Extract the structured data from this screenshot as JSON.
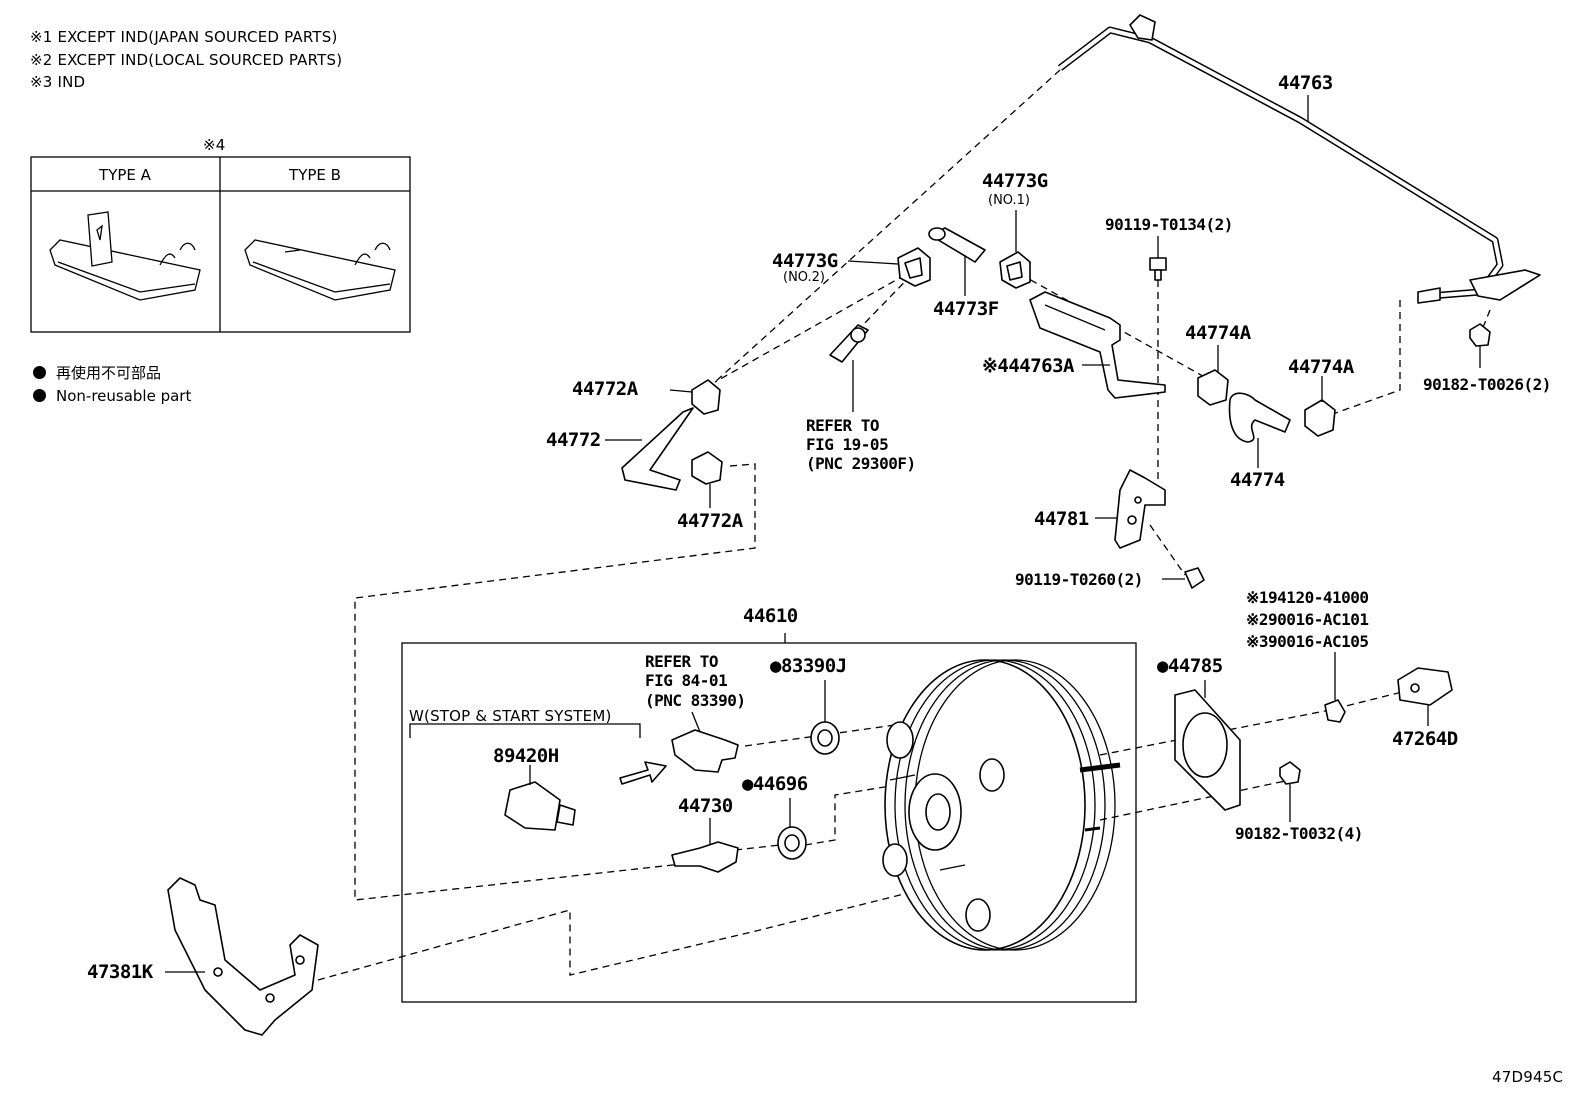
{
  "notes": [
    "※1 EXCEPT IND(JAPAN SOURCED PARTS)",
    "※2 EXCEPT IND(LOCAL SOURCED PARTS)",
    "※3 IND"
  ],
  "type_table": {
    "mark": "※4",
    "type_a": "TYPE A",
    "type_b": "TYPE B"
  },
  "legend": {
    "jp": "再使用不可部品",
    "en": "Non-reusable part"
  },
  "labels": {
    "p44763": "44763",
    "p44773g_no1": "44773G",
    "p44773g_no1_sub": "(NO.1)",
    "p44773g_no2": "44773G",
    "p44773g_no2_sub": "(NO.2)",
    "p44773f": "44773F",
    "p90119_t0134": "90119-T0134(2)",
    "p44763a": "※444763A",
    "p44774a_1": "44774A",
    "p44774a_2": "44774A",
    "p90182_t0026": "90182-T0026(2)",
    "p44774": "44774",
    "p44772a_1": "44772A",
    "p44772": "44772",
    "p44772a_2": "44772A",
    "p44781": "44781",
    "p90119_t0260": "90119-T0260(2)",
    "refer1_l1": "REFER TO",
    "refer1_l2": "FIG 19-05",
    "refer1_l3": "(PNC 29300F)",
    "p44610": "44610",
    "refer2_l1": "REFER TO",
    "refer2_l2": "FIG 84-01",
    "refer2_l3": "(PNC 83390)",
    "p83390j": "●83390J",
    "p44785": "●44785",
    "stop_start": "W(STOP & START SYSTEM)",
    "p89420h": "89420H",
    "p44730": "44730",
    "p44696": "●44696",
    "p94120": "※194120-41000",
    "p90016_ac101": "※290016-AC101",
    "p90016_ac105": "※390016-AC105",
    "p47264d": "47264D",
    "p90182_t0032": "90182-T0032(4)",
    "p47381k": "47381K",
    "fig_code": "47D945C"
  }
}
